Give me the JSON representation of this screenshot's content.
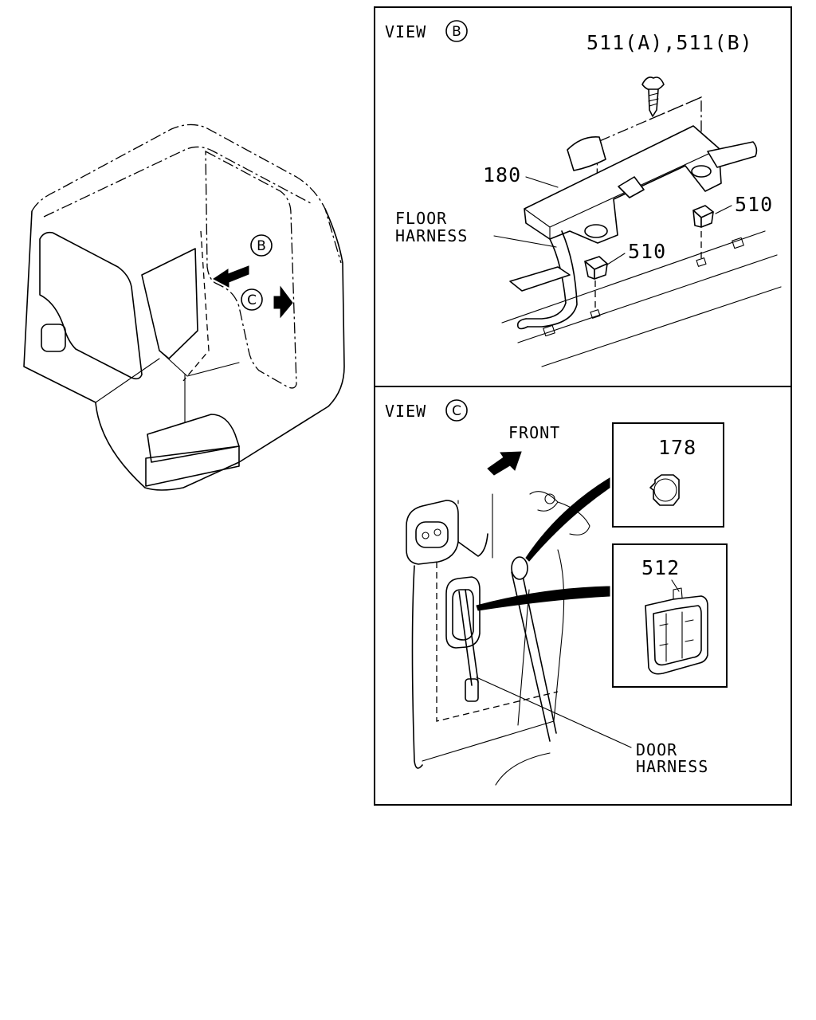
{
  "overview": {
    "callout_b": "B",
    "callout_c": "C"
  },
  "view_b": {
    "title": "VIEW",
    "title_callout": "B",
    "part_511": "511(A),511(B)",
    "part_180": "180",
    "part_510_right": "510",
    "part_510_center": "510",
    "floor_harness_line1": "FLOOR",
    "floor_harness_line2": "HARNESS"
  },
  "view_c": {
    "title": "VIEW",
    "title_callout": "C",
    "front_label": "FRONT",
    "part_178": "178",
    "part_512": "512",
    "door_harness_line1": "DOOR",
    "door_harness_line2": "HARNESS"
  },
  "icons": [
    "arrow-left-icon",
    "arrow-right-icon",
    "arrow-front-icon",
    "screw-icon",
    "clip-icon",
    "grommet-icon"
  ]
}
